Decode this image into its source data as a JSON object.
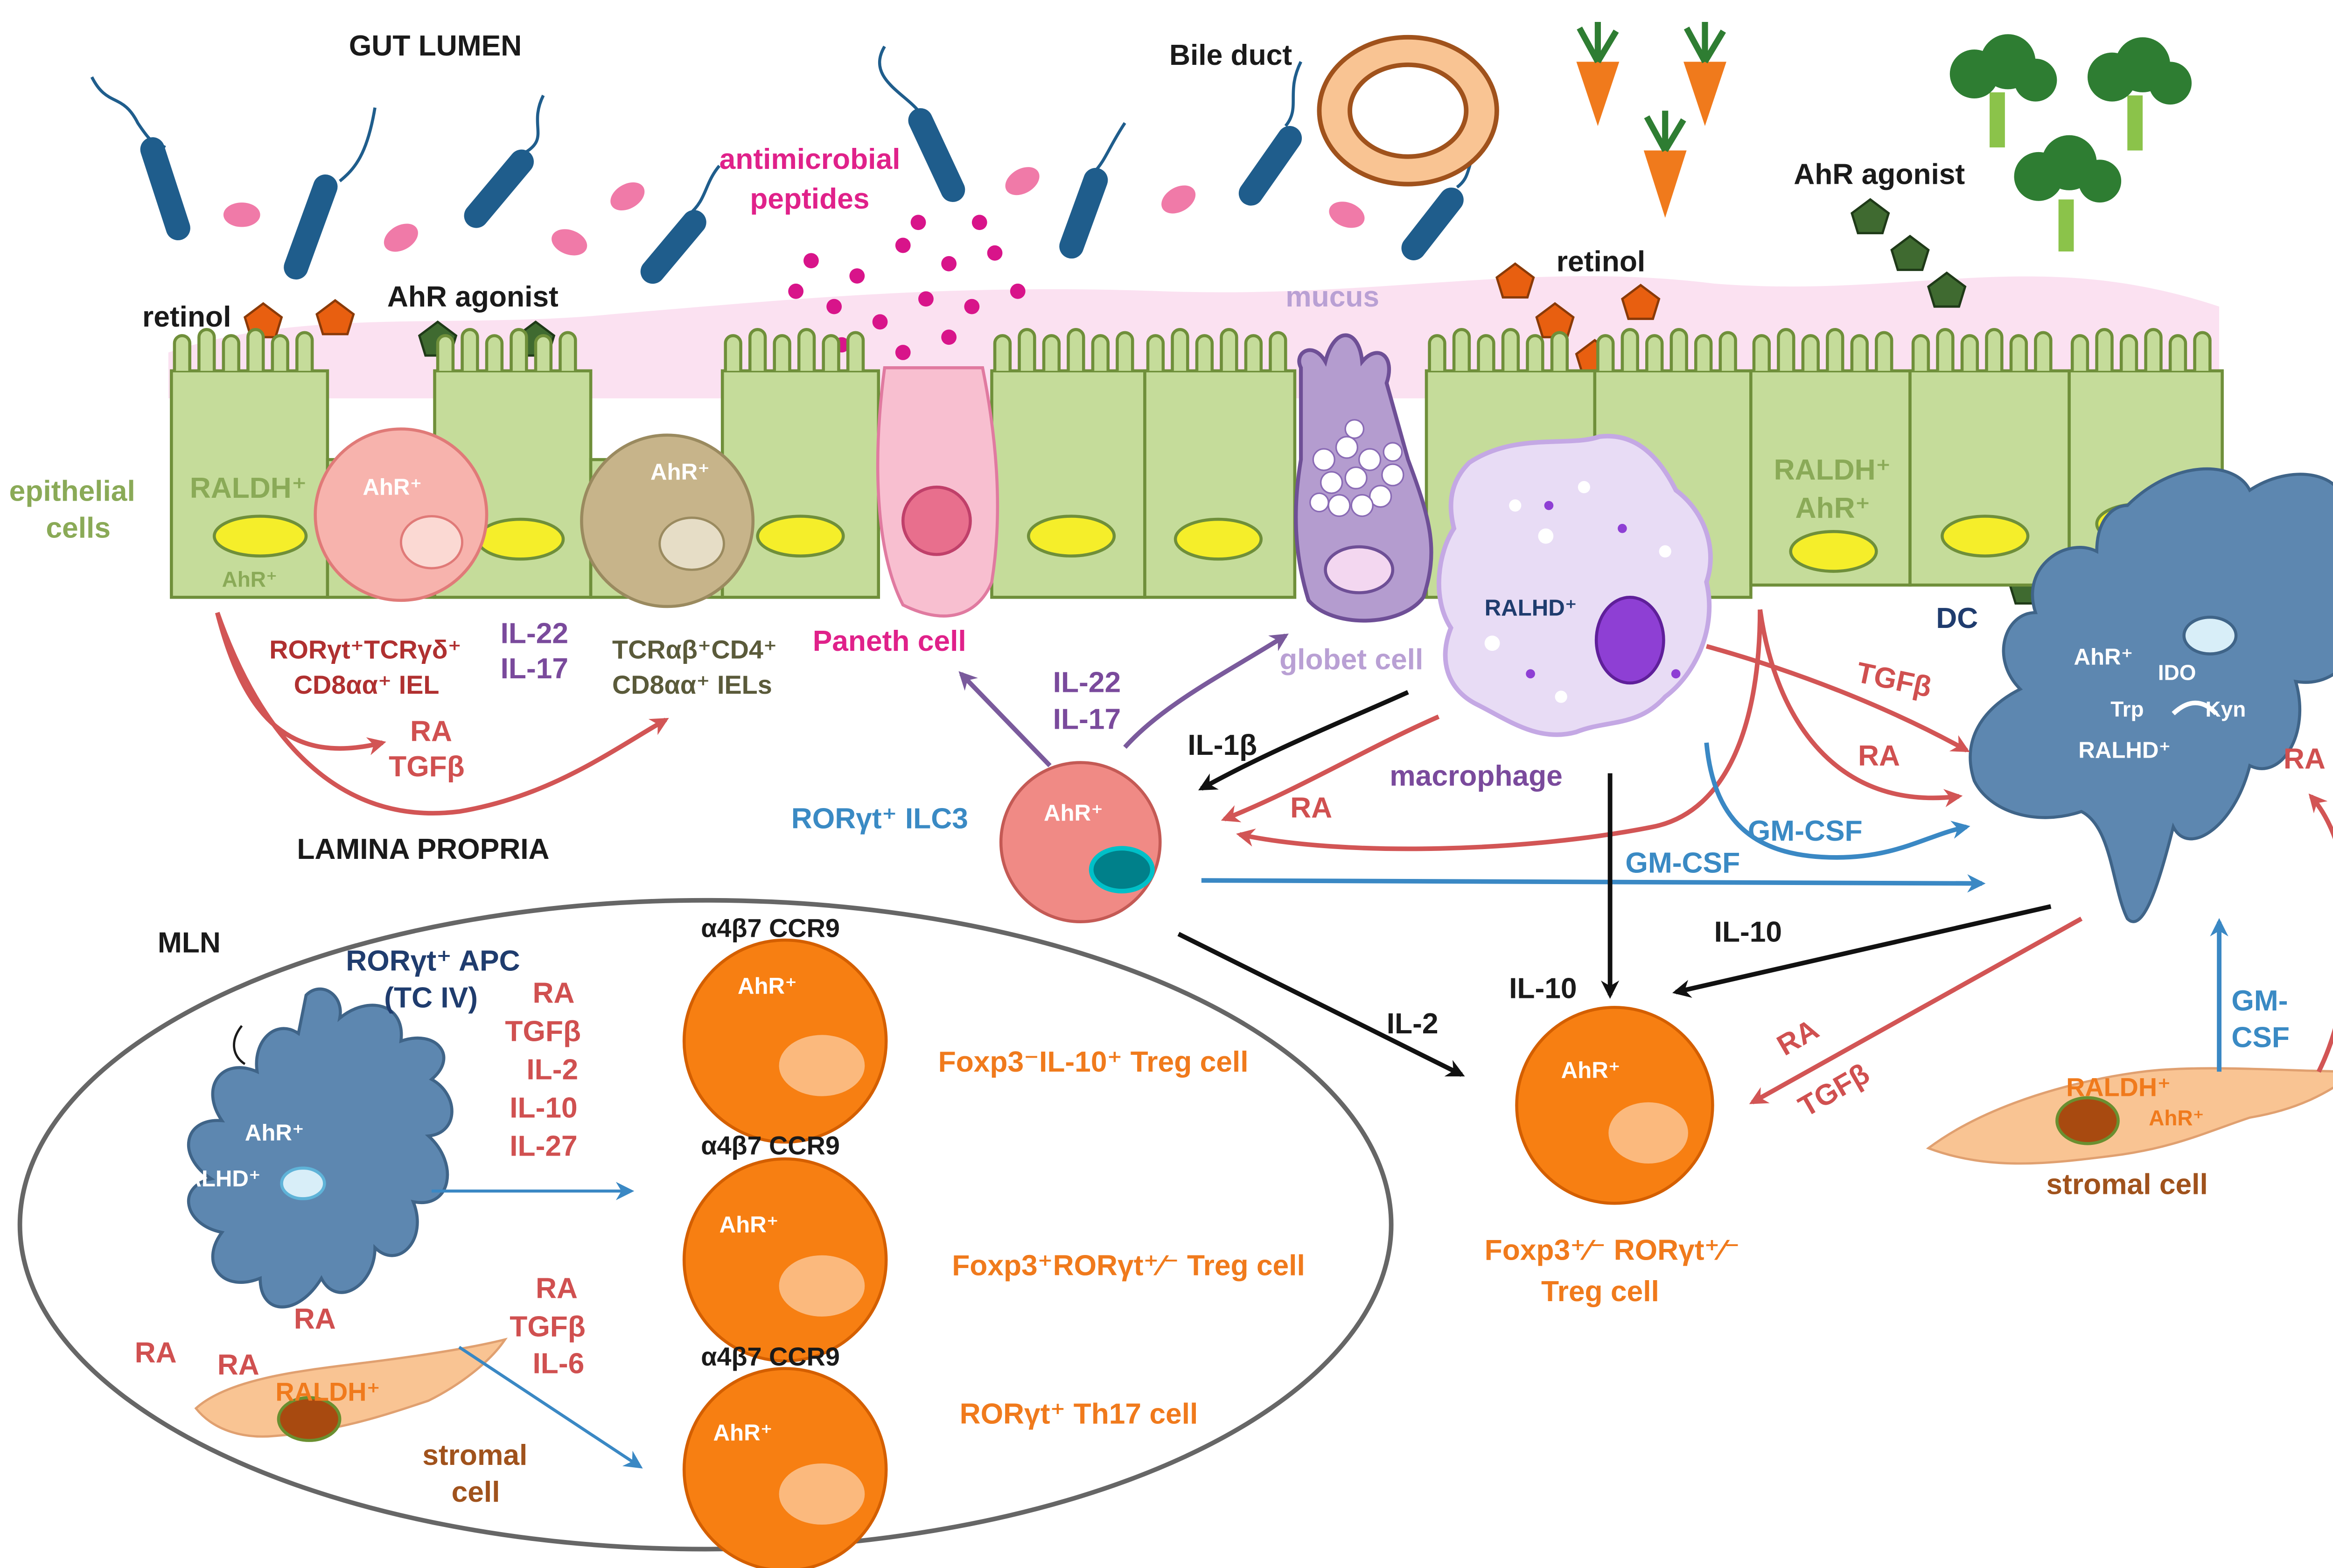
{
  "labels": {
    "gut_lumen": "GUT LUMEN",
    "bile_duct": "Bile duct",
    "antimicrobial_1": "antimicrobial",
    "antimicrobial_2": "peptides",
    "ahr_agonist_top": "AhR agonist",
    "retinol_left": "retinol",
    "ahr_agonist_left": "AhR agonist",
    "mucus": "mucus",
    "retinol_right": "retinol",
    "epithelial_1": "epithelial",
    "epithelial_2": "cells",
    "raldh_left": "RALDH⁺",
    "ahr_left_small": "AhR⁺",
    "ahr_pink_iel": "AhR⁺",
    "ahr_tan_iel": "AhR⁺",
    "raldh_right": "RALDH⁺",
    "ahr_right_epi": "AhR⁺",
    "paneth": "Paneth cell",
    "globet": "globet cell",
    "ralhd_macro": "RALHD⁺",
    "macrophage": "macrophage",
    "dc": "DC",
    "dc_ahr": "AhR⁺",
    "dc_ido": "IDO",
    "dc_trp": "Trp",
    "dc_kyn": "Kyn",
    "dc_ralhd": "RALHD⁺",
    "iel_pink_1": "RORγt⁺TCRγδ⁺",
    "iel_pink_2": "CD8αα⁺ IEL",
    "il22_left": "IL-22",
    "il17_left": "IL-17",
    "iel_tan_1": "TCRαβ⁺CD4⁺",
    "iel_tan_2": "CD8αα⁺ IELs",
    "ra_left": "RA",
    "tgfb_left": "TGFβ",
    "lamina_propria": "LAMINA PROPRIA",
    "il22_mid": "IL-22",
    "il17_mid": "IL-17",
    "il1b": "IL-1β",
    "ra_macro": "RA",
    "tgfb_right": "TGFβ",
    "ra_right": "RA",
    "gmcsf_1": "GM-CSF",
    "gmcsf_2": "GM-CSF",
    "ilc3": "RORγt⁺ ILC3",
    "ilc3_ahr": "AhR⁺",
    "il10_dc": "IL-10",
    "il10_macro": "IL-10",
    "il2": "IL-2",
    "ra_treg": "RA",
    "tgfb_treg": "TGFβ",
    "ra_stromal": "RA",
    "gmcsf_stromal_1": "GM-",
    "gmcsf_stromal_2": "CSF",
    "stromal_right_raldh": "RALDH⁺",
    "stromal_right_ahr": "AhR⁺",
    "stromal_right": "stromal cell",
    "treg_right_ahr": "AhR⁺",
    "treg_right_1": "Foxp3⁺⁄⁻ RORγt⁺⁄⁻",
    "treg_right_2": "Treg cell",
    "mln": "MLN",
    "apc_1": "RORγt⁺ APC",
    "apc_2": "(TC IV)",
    "apc_ahr": "AhR⁺",
    "apc_ralhd": "RALHD⁺",
    "mln_f1": "RA",
    "mln_f2": "TGFβ",
    "mln_f3": "IL-2",
    "mln_f4": "IL-10",
    "mln_f5": "IL-27",
    "mln_g1": "RA",
    "mln_g2": "TGFβ",
    "mln_g3": "IL-6",
    "mln_ra1": "RA",
    "mln_ra2": "RA",
    "mln_ra3": "RA",
    "mln_stromal_raldh": "RALDH⁺",
    "mln_stromal_1": "stromal",
    "mln_stromal_2": "cell",
    "integrin_1": "α4β7 CCR9",
    "integrin_2": "α4β7 CCR9",
    "integrin_3": "α4β7 CCR9",
    "mln_cell_ahr_1": "AhR⁺",
    "mln_cell_ahr_2": "AhR⁺",
    "mln_cell_ahr_3": "AhR⁺",
    "treg_1": "Foxp3⁻IL-10⁺ Treg cell",
    "treg_2": "Foxp3⁺RORγt⁺⁄⁻ Treg cell",
    "th17": "RORγt⁺ Th17 cell"
  },
  "colors": {
    "epithelium": "#c5dc9a",
    "epithelium_edge": "#6f8f3a",
    "nucleus_yellow": "#f5ee2a",
    "dc_blue": "#5d87b0",
    "treg_orange": "#f77f12",
    "ilc3_pink": "#f08a85",
    "iel_pink": "#f7b3ad",
    "iel_tan": "#c7b48a",
    "macrophage": "#e8dcf5",
    "globet": "#b49ccf",
    "stromal": "#f9c493",
    "arrow_red": "#d25555",
    "arrow_blue": "#3a88c4",
    "arrow_purple": "#7a5a9c",
    "mucus": "#fbe1f1",
    "bacteria": "#1f5d8c",
    "peptide": "#f07aa8",
    "retinol": "#e85f10",
    "ahr_agonist": "#3f6a30"
  }
}
